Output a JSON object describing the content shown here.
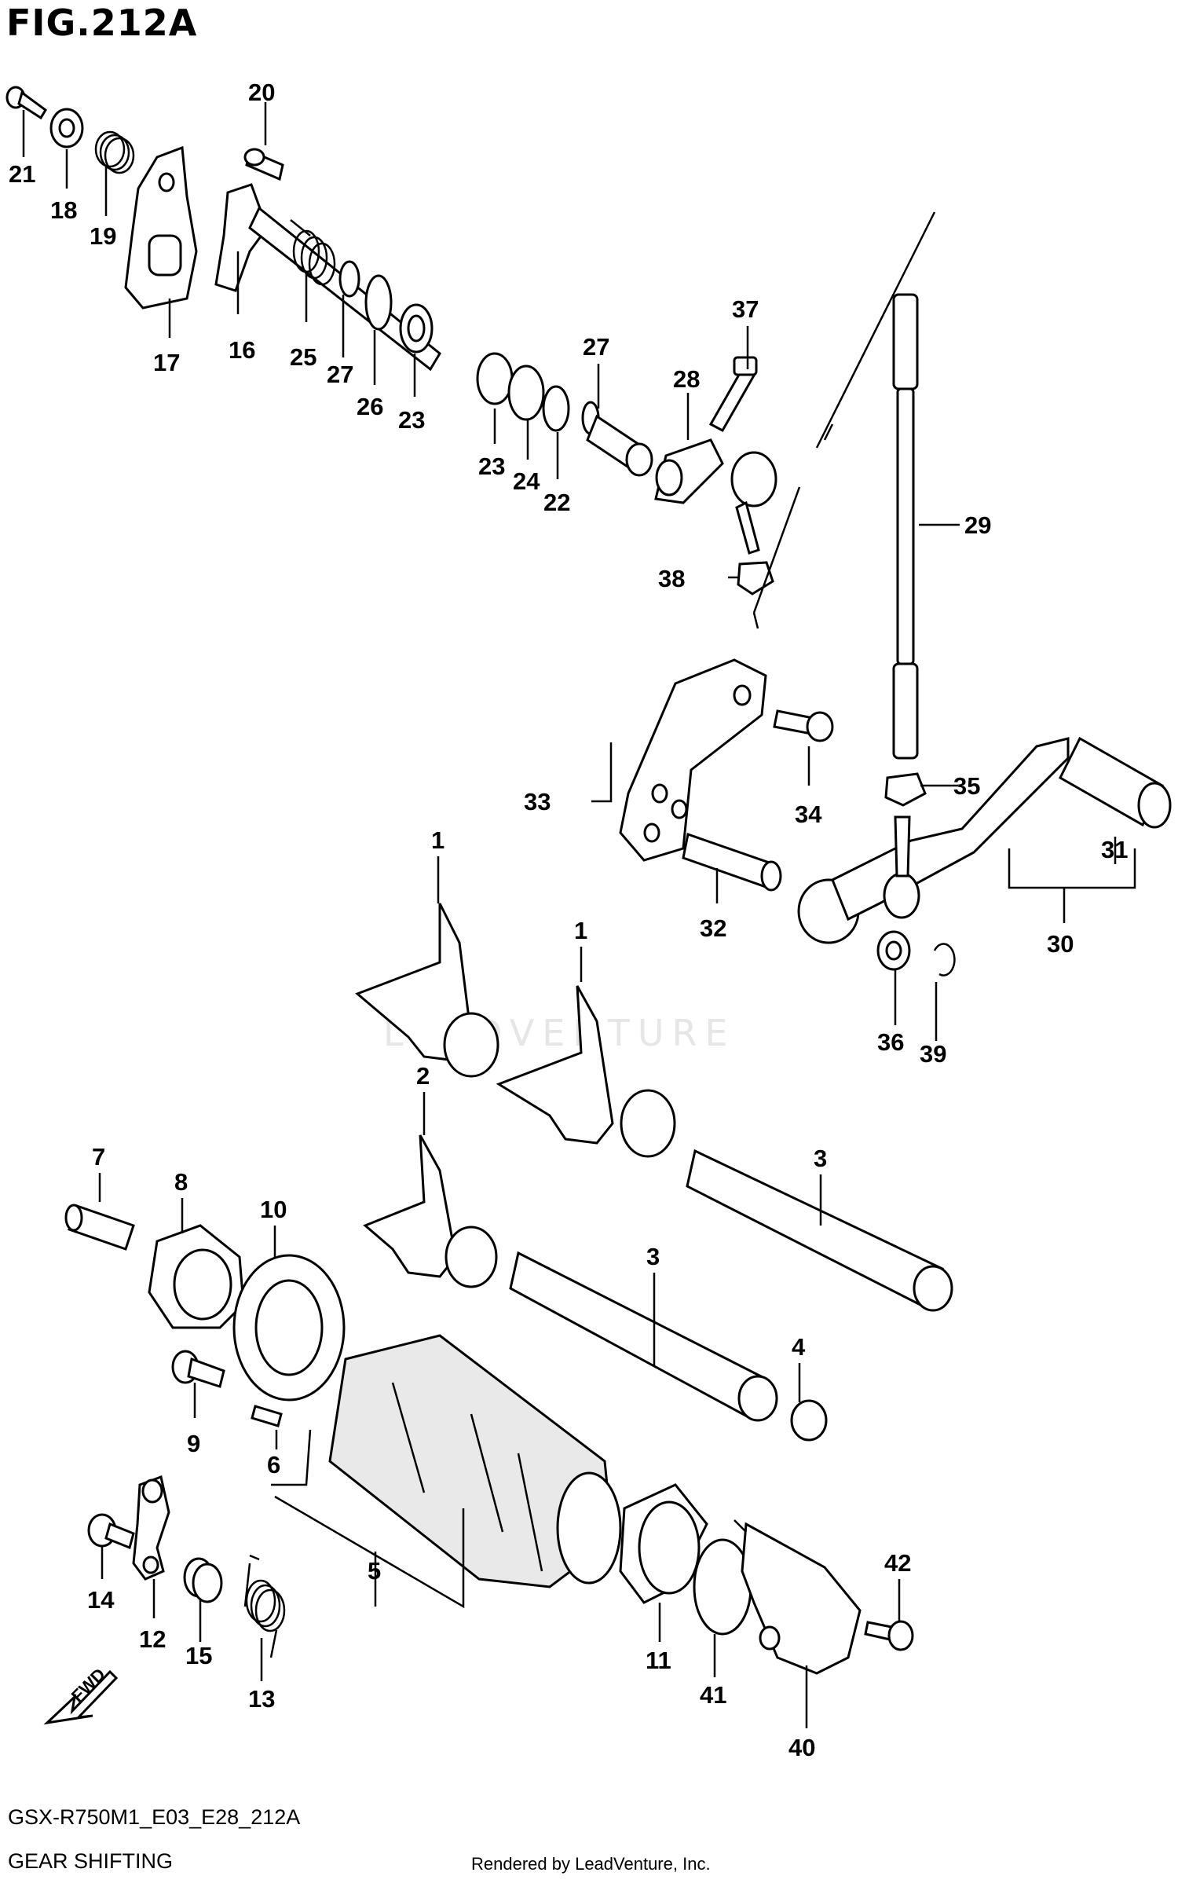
{
  "figure": {
    "title": "FIG.212A",
    "code": "GSX-R750M1_E03_E28_212A",
    "caption": "GEAR SHIFTING",
    "rendered_by": "Rendered by LeadVenture, Inc.",
    "watermark": "LEADVENTURE",
    "fwd_label": "FWD"
  },
  "callouts": {
    "c1a": "1",
    "c1b": "1",
    "c2": "2",
    "c3a": "3",
    "c3b": "3",
    "c4": "4",
    "c5": "5",
    "c6": "6",
    "c7": "7",
    "c8": "8",
    "c9": "9",
    "c10": "10",
    "c11": "11",
    "c12": "12",
    "c13": "13",
    "c14": "14",
    "c15": "15",
    "c16": "16",
    "c17": "17",
    "c18": "18",
    "c19": "19",
    "c20": "20",
    "c21": "21",
    "c22": "22",
    "c23a": "23",
    "c23b": "23",
    "c24": "24",
    "c25": "25",
    "c26": "26",
    "c27a": "27",
    "c27b": "27",
    "c28": "28",
    "c29": "29",
    "c30": "30",
    "c31": "31",
    "c32": "32",
    "c33": "33",
    "c34": "34",
    "c35": "35",
    "c36": "36",
    "c37": "37",
    "c38": "38",
    "c39": "39",
    "c40": "40",
    "c41": "41",
    "c42": "42"
  }
}
